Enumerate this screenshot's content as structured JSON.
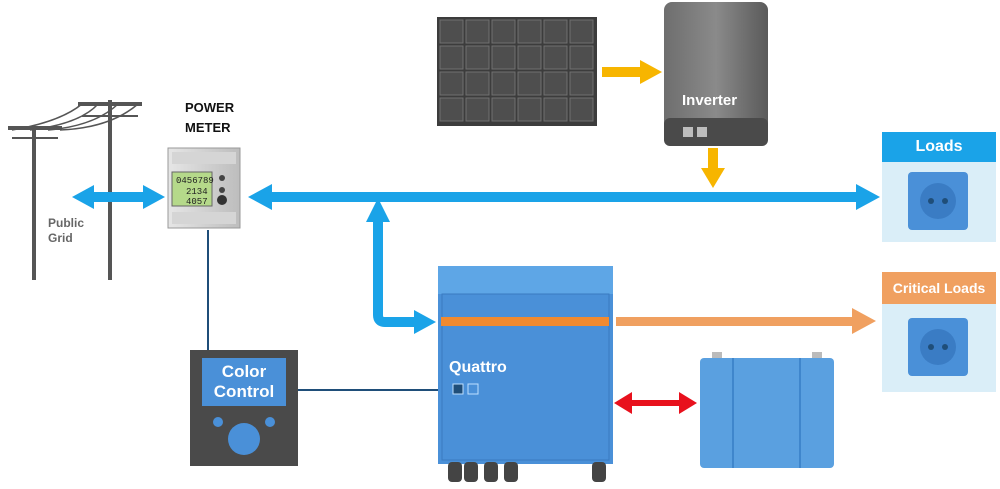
{
  "labels": {
    "public_grid": "Public\nGrid",
    "power_meter": "POWER\nMETER",
    "inverter": "Inverter",
    "loads": "Loads",
    "critical_loads": "Critical Loads",
    "quattro": "Quattro",
    "color_control": "Color\nControl"
  },
  "meter_readings": [
    "0456789",
    "2134",
    "4057"
  ],
  "colors": {
    "ac_bus": "#1aa3e8",
    "solar_flow": "#f7b500",
    "critical_flow": "#f0a060",
    "battery_flow": "#e8111d",
    "quattro_band": "#f08a30",
    "loads_header": "#1aa3e8",
    "critical_header": "#f0a060",
    "quattro_body": "#4a90d8",
    "battery_body": "#5aa0e0",
    "color_control_body": "#4a4a4a"
  }
}
